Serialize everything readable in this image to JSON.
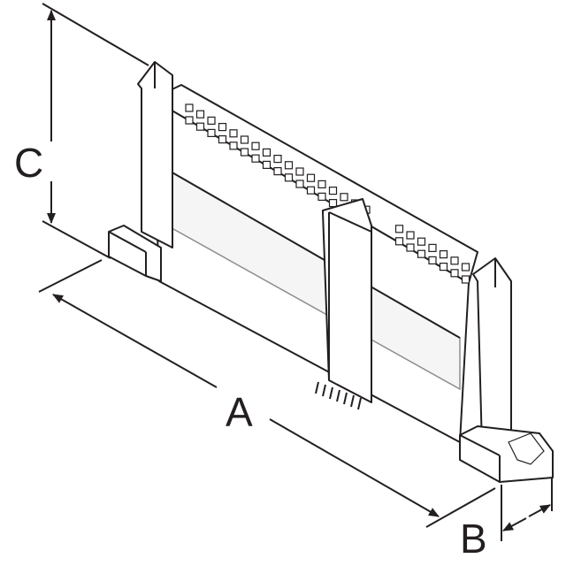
{
  "diagram": {
    "dimension_labels": {
      "a": "A",
      "b": "B",
      "c": "C"
    },
    "colors": {
      "line": "#231f20",
      "fill": "#ffffff",
      "shade": "#ececec"
    }
  }
}
